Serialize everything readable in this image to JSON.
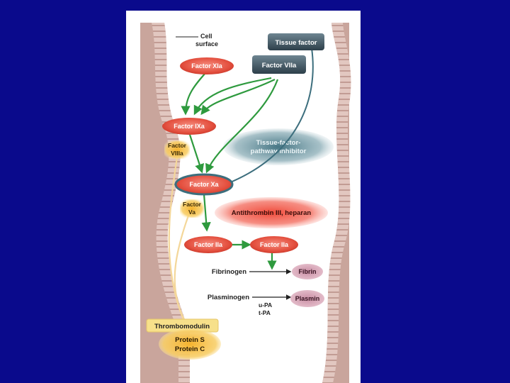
{
  "labels": {
    "cell_surface_line1": "Cell",
    "cell_surface_line2": "surface",
    "tissue_factor": "Tissue factor",
    "factor_viia": "Factor VIIa",
    "factor_xia": "Factor XIa",
    "factor_ixa": "Factor IXa",
    "factor_viiia_line1": "Factor",
    "factor_viiia_line2": "VIIIa",
    "tfpi_line1": "Tissue-factor-",
    "tfpi_line2": "pathway inhibitor",
    "factor_xa": "Factor Xa",
    "factor_va_line1": "Factor",
    "factor_va_line2": "Va",
    "antithrombin": "Antithrombin III, heparan",
    "factor_iia_left": "Factor IIa",
    "factor_iia_right": "Factor IIa",
    "fibrinogen": "Fibrinogen",
    "fibrin": "Fibrin",
    "plasminogen": "Plasminogen",
    "plasmin": "Plasmin",
    "upa": "u-PA",
    "tpa": "t-PA",
    "thrombomodulin": "Thrombomodulin",
    "protein_s": "Protein S",
    "protein_c": "Protein C"
  },
  "colors": {
    "slide_background": "#0a0a8c",
    "panel_background": "#ffffff",
    "vessel_wall": "#c9a59c",
    "vessel_lumen": "#ffffff",
    "factor_red": "#e8574a",
    "tissue_factor_dark": "#3b4f5c",
    "inhibitor_blue": "#3c6e7d",
    "arrow_green": "#2e9a3e",
    "cofactor_yellow": "#f5c040",
    "thrombomodulin_yellow": "#f7e08a",
    "fibrin_pink": "#c38aa0"
  }
}
